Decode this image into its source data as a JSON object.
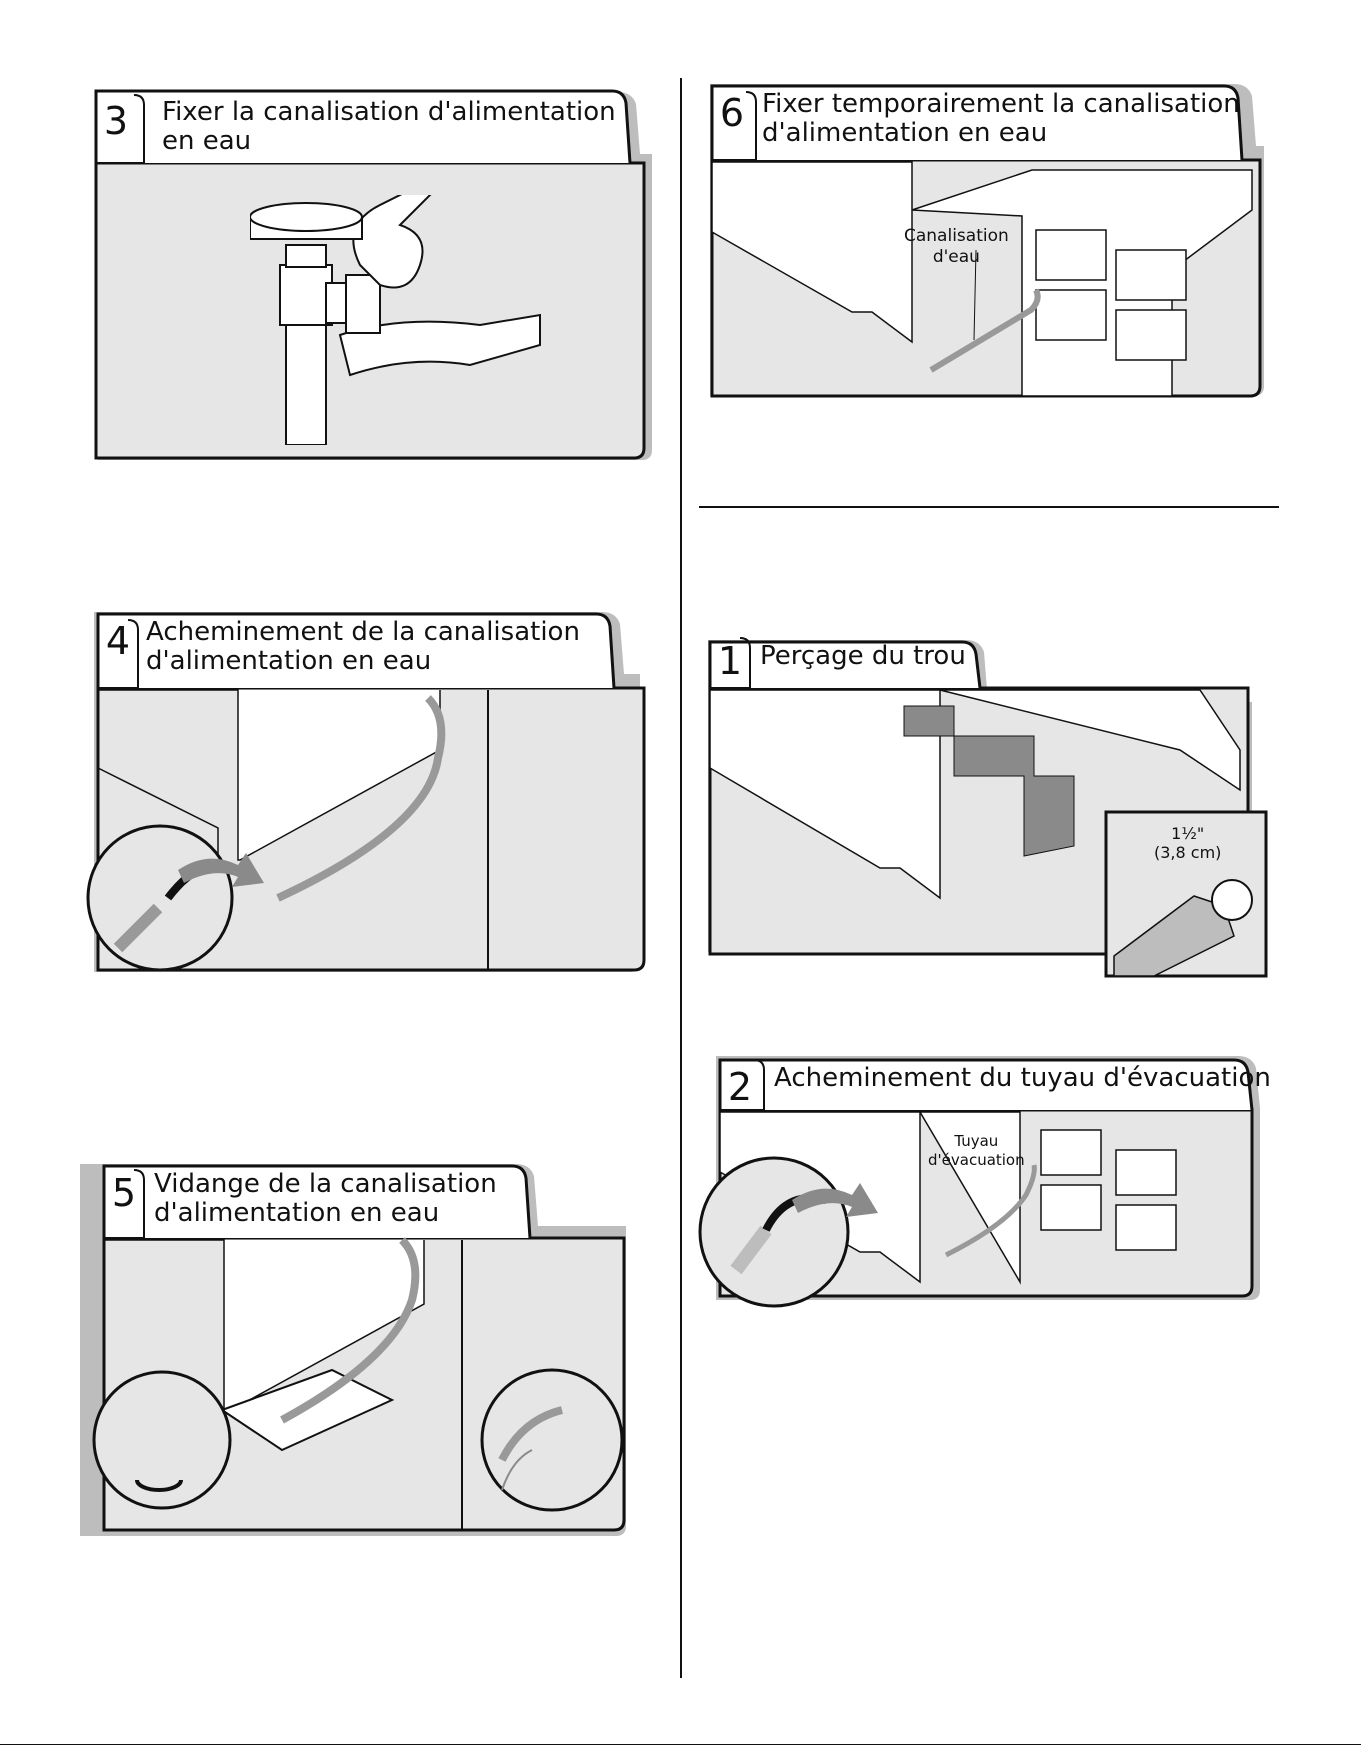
{
  "panels": {
    "step3": {
      "number": "3",
      "title": "Fixer la canalisation d'alimentation\nen eau"
    },
    "step4": {
      "number": "4",
      "title": "Acheminement de la canalisation\nd'alimentation en eau"
    },
    "step5": {
      "number": "5",
      "title": "Vidange de la canalisation\nd'alimentation en eau"
    },
    "step6": {
      "number": "6",
      "title": "Fixer temporairement la canalisation\nd'alimentation en eau",
      "callout": "Canalisation\nd'eau"
    },
    "step1": {
      "number": "1",
      "title": "Perçage du trou",
      "callout": "1½\"\n(3,8 cm)"
    },
    "step2": {
      "number": "2",
      "title": "Acheminement du tuyau d'évacuation",
      "callout": "Tuyau\nd'évacuation"
    }
  },
  "colors": {
    "panel_fill": "#e6e6e6",
    "shadow": "#bdbdbd",
    "line": "#111111",
    "arrow": "#8a8a8a",
    "hose": "#999999"
  }
}
